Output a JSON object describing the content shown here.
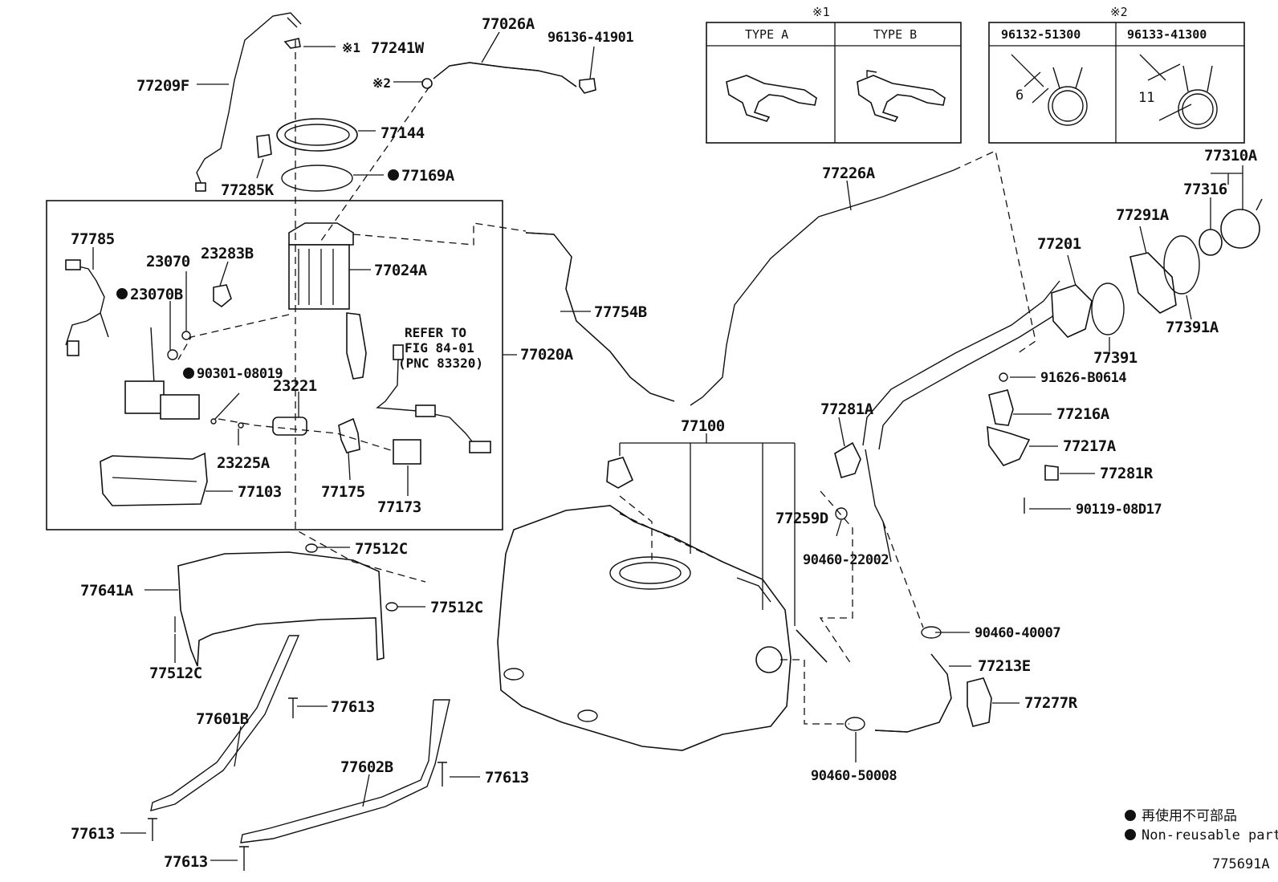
{
  "labels": {
    "p77209F": "77209F",
    "p77241W": "77241W",
    "p77026A": "77026A",
    "p96136_41901": "96136-41901",
    "p77144": "77144",
    "p77169A": "77169A",
    "p77285K": "77285K",
    "p77785": "77785",
    "p23070": "23070",
    "p23283B": "23283B",
    "p23070B": "23070B",
    "p77024A": "77024A",
    "p90301_08019": "90301-08019",
    "p23221": "23221",
    "p77020A": "77020A",
    "p23225A": "23225A",
    "p77103": "77103",
    "p77175": "77175",
    "p77173": "77173",
    "p77754B": "77754B",
    "p77512C_a": "77512C",
    "p77512C_b": "77512C",
    "p77512C_c": "77512C",
    "p77641A": "77641A",
    "p77613_a": "77613",
    "p77613_b": "77613",
    "p77613_c": "77613",
    "p77613_d": "77613",
    "p77601B": "77601B",
    "p77602B": "77602B",
    "p77100": "77100",
    "p77226A": "77226A",
    "p77281A": "77281A",
    "p77259D": "77259D",
    "p90460_22002": "90460-22002",
    "p90460_40007": "90460-40007",
    "p90460_50008": "90460-50008",
    "p77213E": "77213E",
    "p77277R": "77277R",
    "p77201": "77201",
    "p77291A": "77291A",
    "p77316": "77316",
    "p77310A": "77310A",
    "p77391": "77391",
    "p77391A": "77391A",
    "p91626_B0614": "91626-B0614",
    "p77216A": "77216A",
    "p77217A": "77217A",
    "p77281R": "77281R",
    "p90119_08D17": "90119-08D17"
  },
  "ref_note": {
    "line1": "REFER TO",
    "line2": "FIG 84-01",
    "line3": "(PNC 83320)"
  },
  "markers": {
    "mark1": "※1",
    "mark2": "※2"
  },
  "table1": {
    "header_mark": "※1",
    "col_a": "TYPE A",
    "col_b": "TYPE B"
  },
  "table2": {
    "header_mark": "※2",
    "col_a": "96132-51300",
    "col_b": "96133-41300",
    "dim_a": "6",
    "dim_b": "11"
  },
  "legend": {
    "jp": "再使用不可部品",
    "en": "Non-reusable part"
  },
  "figure_id": "775691A",
  "colors": {
    "ink": "#111111",
    "background": "#ffffff"
  }
}
